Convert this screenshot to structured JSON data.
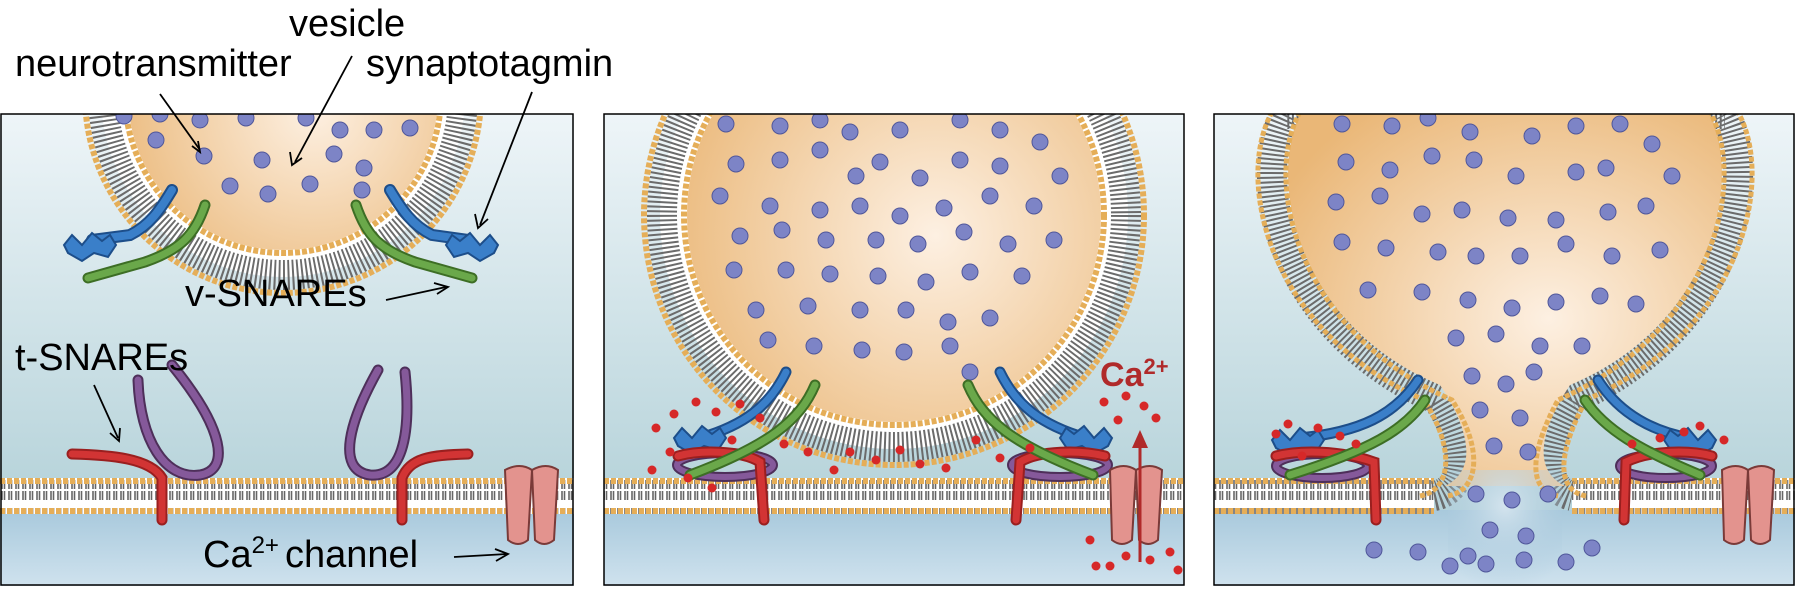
{
  "labels": {
    "vesicle": "vesicle",
    "neurotransmitter": "neurotransmitter",
    "synaptotagmin": "synaptotagmin",
    "v_snares": "v-SNAREs",
    "t_snares": "t-SNAREs",
    "channel_ca": "Ca",
    "channel_sup": "2+",
    "channel_word": "channel",
    "ion_ca": "Ca",
    "ion_sup": "2+"
  },
  "colors": {
    "vesicle_interior": "#f0c48e",
    "cytoplasm_top": "#eef5f8",
    "cytoplasm_bottom": "#a9cbd3",
    "cleft": "#b7d4e6",
    "lipid_head": "#e5ae58",
    "lipid_tail": "#6b6b6b",
    "neurotransmitter": "#7d84c6",
    "synaptotagmin": "#2f6fb8",
    "v_snare": "#5f9a3f",
    "t_snare_red": "#d23434",
    "t_snare_purple": "#7b4f8a",
    "calcium_ion": "#d62828",
    "calcium_channel": "#e3938e",
    "calcium_label": "#b02a2a"
  },
  "panels": [
    "docking",
    "calcium-influx",
    "fusion-pore"
  ]
}
